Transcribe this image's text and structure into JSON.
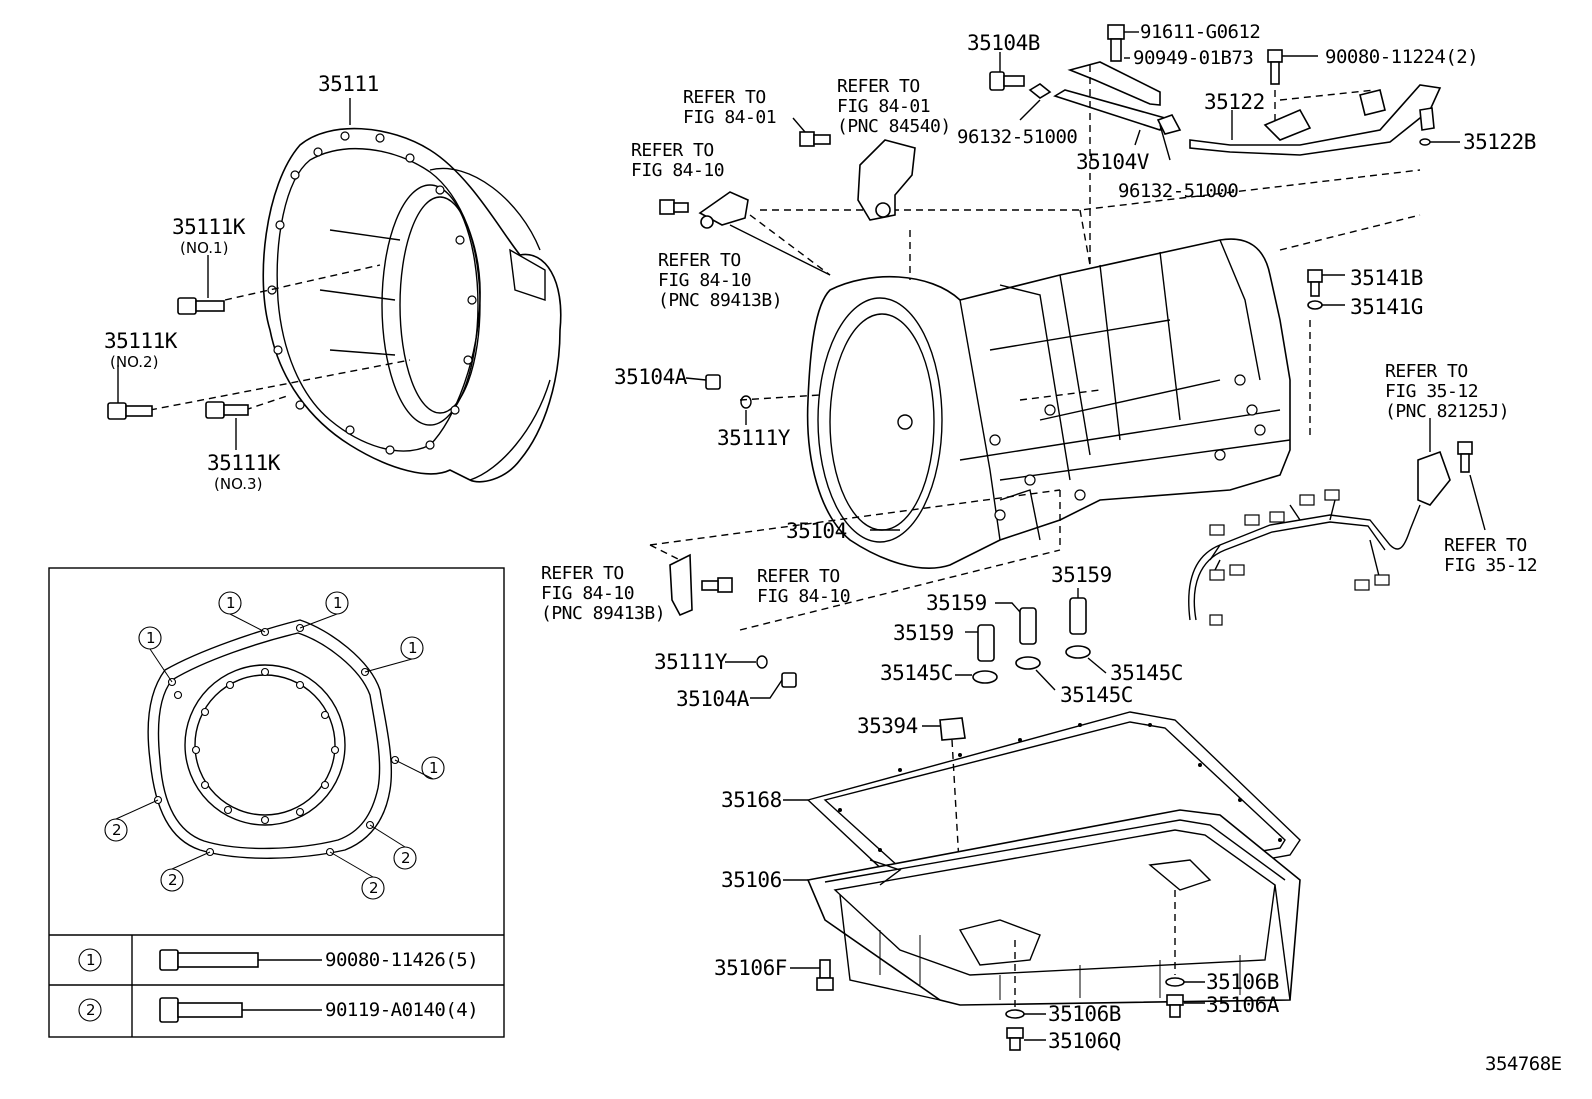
{
  "drawing_id": "354768E",
  "callouts": {
    "c35111": "35111",
    "c35111k_1": "35111K",
    "c35111k_1_note": "(NO.1)",
    "c35111k_2": "35111K",
    "c35111k_2_note": "(NO.2)",
    "c35111k_3": "35111K",
    "c35111k_3_note": "(NO.3)",
    "c35104b": "35104B",
    "c91611": "91611-G0612",
    "c90949": "90949-01B73",
    "c90080_11224": "90080-11224(2)",
    "c35122": "35122",
    "c35122b": "35122B",
    "c96132_a": "96132-51000",
    "c35104v": "35104V",
    "c96132_b": "96132-51000",
    "c35141b": "35141B",
    "c35141g": "35141G",
    "c35104a_1": "35104A",
    "c35111y_1": "35111Y",
    "c35104": "35104",
    "c35159_a": "35159",
    "c35159_b": "35159",
    "c35159_c": "35159",
    "c35145c_a": "35145C",
    "c35145c_b": "35145C",
    "c35145c_c": "35145C",
    "c35111y_2": "35111Y",
    "c35104a_2": "35104A",
    "c35394": "35394",
    "c35168": "35168",
    "c35106": "35106",
    "c35106f": "35106F",
    "c35106b_1": "35106B",
    "c35106a": "35106A",
    "c35106b_2": "35106B",
    "c35106q": "35106Q"
  },
  "refers": {
    "r1_l1": "REFER TO",
    "r1_l2": "FIG 84-01",
    "r2_l1": "REFER TO",
    "r2_l2": "FIG 84-01",
    "r2_l3": "(PNC 84540)",
    "r3_l1": "REFER TO",
    "r3_l2": "FIG 84-10",
    "r4_l1": "REFER TO",
    "r4_l2": "FIG 84-10",
    "r4_l3": "(PNC 89413B)",
    "r5_l1": "REFER TO",
    "r5_l2": "FIG 35-12",
    "r5_l3": "(PNC 82125J)",
    "r6_l1": "REFER TO",
    "r6_l2": "FIG 35-12",
    "r7_l1": "REFER TO",
    "r7_l2": "FIG 84-10",
    "r7_l3": "(PNC 89413B)",
    "r8_l1": "REFER TO",
    "r8_l2": "FIG 84-10"
  },
  "inset": {
    "marker_1": "1",
    "marker_2": "2",
    "rows": [
      {
        "marker": "1",
        "part": "90080-11426(5)"
      },
      {
        "marker": "2",
        "part": "90119-A0140(4)"
      }
    ]
  }
}
